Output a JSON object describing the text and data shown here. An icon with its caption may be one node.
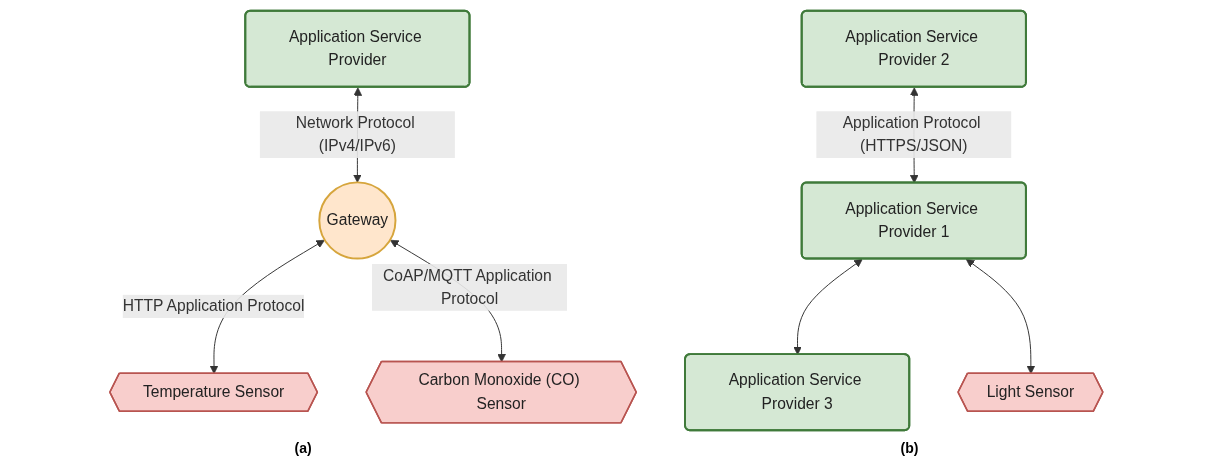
{
  "diagram": {
    "nodes": [
      {
        "text": [
          "Application Service Provider"
        ]
      },
      {
        "text": [
          "Gateway"
        ]
      },
      {
        "text": [
          "Temperature Sensor"
        ]
      },
      {
        "text": [
          "Carbon Monoxide (CO) Sensor"
        ]
      },
      {
        "text": [
          "Application Service Provider 2"
        ]
      },
      {
        "text": [
          "Application Service Provider 1"
        ]
      },
      {
        "text": [
          "Application Service Provider 3"
        ]
      },
      {
        "text": [
          "Light Sensor"
        ]
      }
    ],
    "edges": [
      {
        "from": 0,
        "to": 1,
        "arrow": "both",
        "label": "Network Protocol (IPv4/IPv6)"
      },
      {
        "from": 1,
        "to": 2,
        "arrow": "both",
        "label": "HTTP Application Protocol"
      },
      {
        "from": 1,
        "to": 3,
        "arrow": "both",
        "label": "CoAP/MQTT Application Protocol"
      },
      {
        "from": 4,
        "to": 5,
        "arrow": "both",
        "label": "Application Protocol (HTTPS/JSON)"
      },
      {
        "from": 5,
        "to": 6,
        "arrow": "both"
      },
      {
        "from": 5,
        "to": 7,
        "arrow": "both"
      }
    ],
    "labels": [
      "(a)",
      "(b)"
    ]
  }
}
